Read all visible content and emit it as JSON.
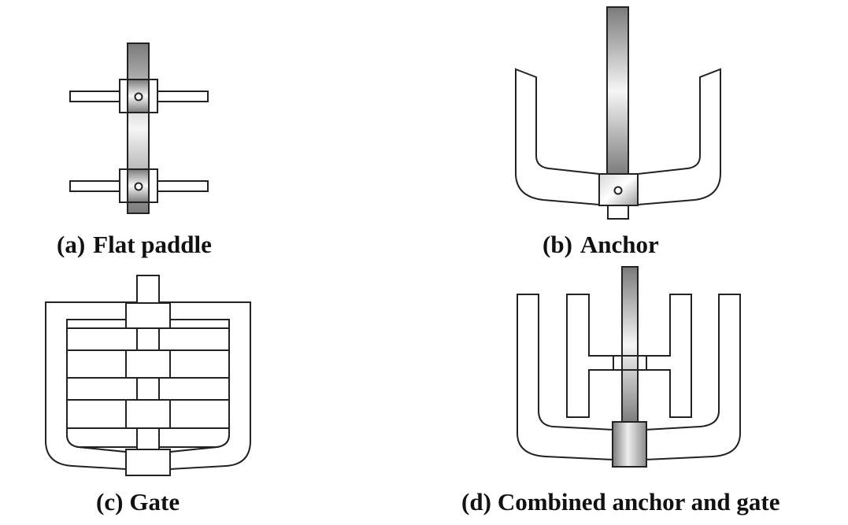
{
  "figure": {
    "panels": [
      {
        "id": "a",
        "letter": "(a)",
        "name": "Flat paddle"
      },
      {
        "id": "b",
        "letter": "(b)",
        "name": "Anchor"
      },
      {
        "id": "c",
        "letter": "(c)",
        "name": "Gate"
      },
      {
        "id": "d",
        "letter": "(d)",
        "name": "Combined anchor and gate"
      }
    ],
    "colors": {
      "outline": "#222222",
      "shaft_dark": "#6e6e6e",
      "shaft_light": "#f4f4f4",
      "background": "#ffffff"
    }
  }
}
